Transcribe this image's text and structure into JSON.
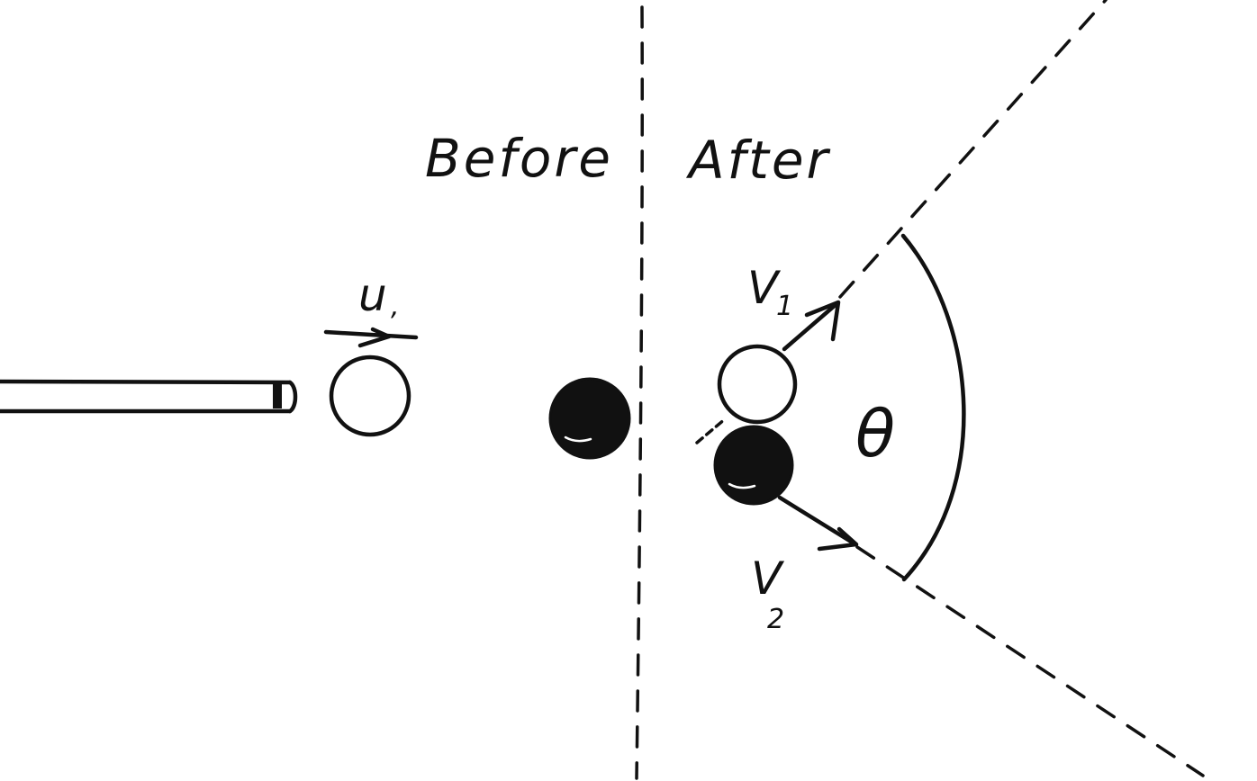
{
  "labels": {
    "before": "Before",
    "after": "After",
    "u1_main": "u",
    "u1_sub": ",",
    "v1_main": "V",
    "v1_sub": "1",
    "v2_main": "V",
    "v2_sub": "2",
    "theta": "θ"
  },
  "colors": {
    "ink": "#111111",
    "background": "#ffffff"
  }
}
